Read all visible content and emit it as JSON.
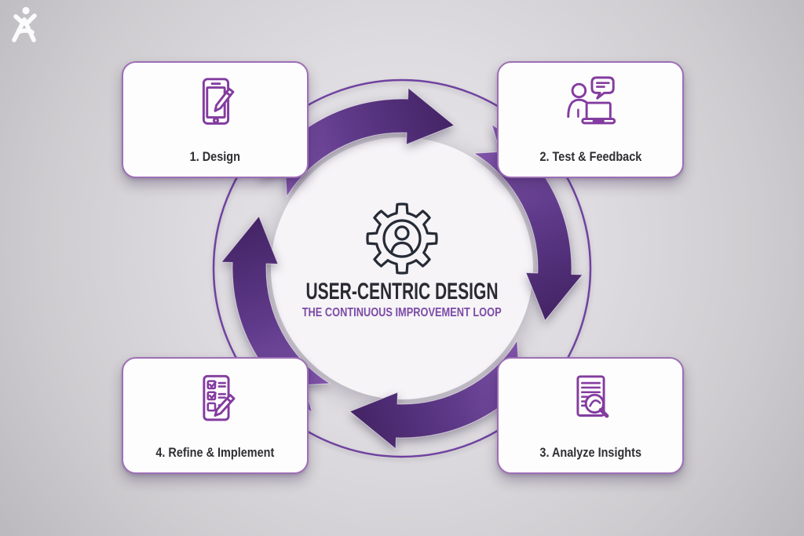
{
  "center": {
    "title": "USER-CENTRIC DESIGN",
    "subtitle": "THE CONTINUOUS IMPROVEMENT LOOP",
    "icon": "gear-user-icon"
  },
  "cards": [
    {
      "id": "design",
      "label": "1. Design",
      "icon": "tablet-pencil-icon",
      "position": "top-left"
    },
    {
      "id": "test-feedback",
      "label": "2. Test & Feedback",
      "icon": "user-laptop-chat-icon",
      "position": "top-right"
    },
    {
      "id": "analyze-insights",
      "label": "3. Analyze Insights",
      "icon": "document-magnifier-icon",
      "position": "bottom-right"
    },
    {
      "id": "refine-implement",
      "label": "4. Refine & Implement",
      "icon": "checklist-pencil-icon",
      "position": "bottom-left"
    }
  ],
  "loop": {
    "direction": "clockwise",
    "arrow_count": 4
  },
  "colors": {
    "background": "#d6d4d7",
    "arrow_gradient_light": "#8a5cb2",
    "arrow_gradient_mid": "#5f3a8a",
    "arrow_gradient_dark": "#422263",
    "ring_outline": "#6f42a0",
    "card_border": "#9d6fb5",
    "card_background": "#fefdfe",
    "icon_purple": "#833c9f",
    "gear_outline": "#262b36",
    "title_text": "#2b2b33",
    "subtitle_purple": "#7c4aa6",
    "label_text": "#2f2f33",
    "logo_white": "#ffffff"
  }
}
